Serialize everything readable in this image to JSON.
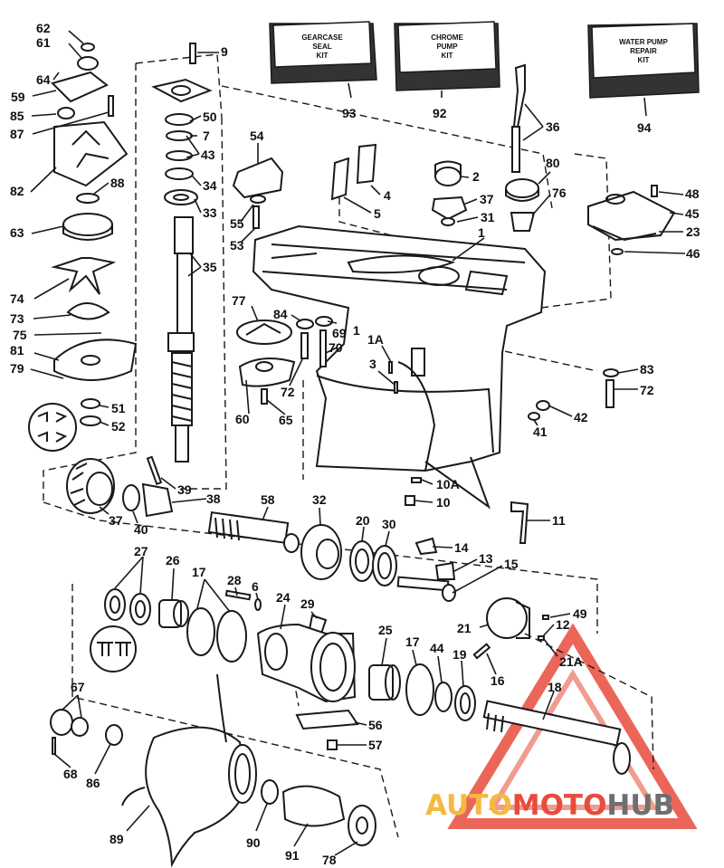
{
  "kits": [
    {
      "id": "gearcase-seal-kit",
      "lines": [
        "GEARCASE",
        "SEAL",
        "KIT"
      ],
      "number": "93"
    },
    {
      "id": "chrome-pump-kit",
      "lines": [
        "CHROME",
        "PUMP",
        "KIT"
      ],
      "number": "92"
    },
    {
      "id": "water-pump-repair-kit",
      "lines": [
        "WATER PUMP",
        "REPAIR",
        "KIT"
      ],
      "number": "94"
    }
  ],
  "callouts": [
    "1",
    "1A",
    "2",
    "3",
    "4",
    "5",
    "6",
    "7",
    "9",
    "10",
    "10A",
    "11",
    "12",
    "13",
    "14",
    "15",
    "16",
    "17",
    "17",
    "18",
    "19",
    "20",
    "21",
    "21A",
    "23",
    "24",
    "25",
    "26",
    "27",
    "28",
    "29",
    "30",
    "31",
    "32",
    "33",
    "34",
    "35",
    "36",
    "37",
    "37",
    "38",
    "39",
    "40",
    "41",
    "42",
    "43",
    "44",
    "45",
    "46",
    "48",
    "49",
    "50",
    "51",
    "52",
    "53",
    "54",
    "55",
    "56",
    "57",
    "58",
    "59",
    "60",
    "61",
    "62",
    "63",
    "64",
    "65",
    "67",
    "68",
    "69",
    "70",
    "72",
    "72",
    "73",
    "74",
    "75",
    "76",
    "77",
    "78",
    "79",
    "80",
    "81",
    "82",
    "83",
    "84",
    "85",
    "86",
    "87",
    "88",
    "89",
    "90",
    "91"
  ],
  "watermark": {
    "part1": "AUTO",
    "part2": "MOTO",
    "part3": "HUB"
  },
  "colors": {
    "line": "#1a1a1a",
    "watermark_yellow": "#f5b942",
    "watermark_red": "#e84c3d",
    "watermark_gray": "#6f6f6f"
  }
}
